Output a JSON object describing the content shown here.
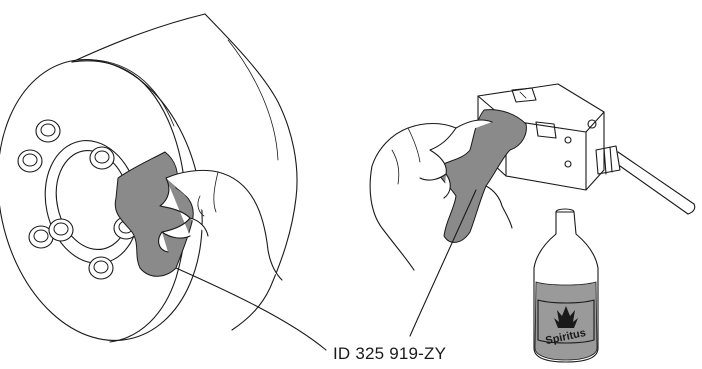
{
  "figure": {
    "part_id_label": "ID 325 919-ZY",
    "bottle_label": "Spiritus"
  },
  "colors": {
    "line": "#1a1a1a",
    "cloth": "#8a8a8a",
    "liquid": "#9a9a9a",
    "background": "#ffffff"
  },
  "objects": {
    "left": "flange-with-bolt-circle",
    "right": "sensor-housing-with-cable",
    "cleaning": "cloth-held-in-hand",
    "solvent": "bottle"
  }
}
